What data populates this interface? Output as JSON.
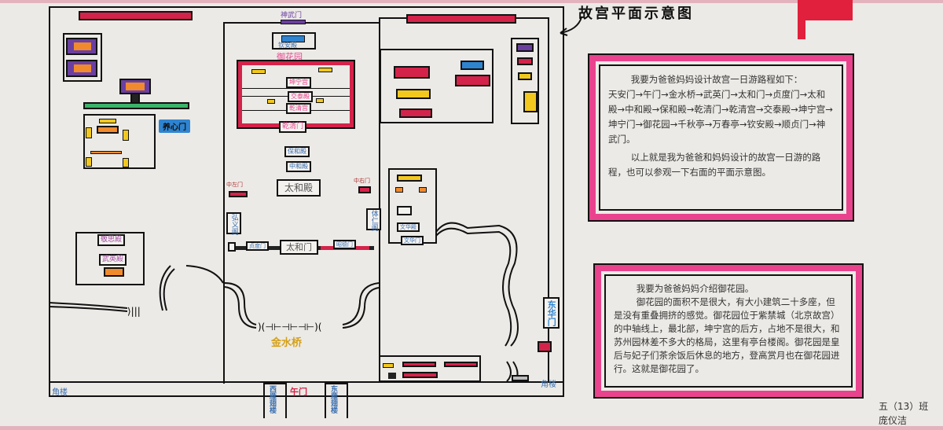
{
  "title": "故宫平面示意图",
  "colors": {
    "red": "#d4234a",
    "yellow": "#f2c81e",
    "orange": "#f08a2c",
    "purple": "#6a3fa0",
    "blue": "#2f84d0",
    "green": "#3cb36a",
    "frame_pink": "#e9438e"
  },
  "map": {
    "shenwumen": "神武门",
    "qinandian": "钦安殿",
    "yuhuayuan": "御花园",
    "kunninggong": "坤宁宫",
    "jiaotaidian": "交泰殿",
    "qianqinggong": "乾清宫",
    "qianqingmen": "乾清门",
    "baohedian": "保和殿",
    "zhonghedian": "中和殿",
    "taihedian": "太和殿",
    "zhongzuomen": "中左门",
    "zhongyoumen": "中右门",
    "taihemen": "太和门",
    "jinshuiqiao": "金水桥",
    "wumen": "午门",
    "west_wing": "西雁翅楼",
    "east_wing": "东雁翅楼",
    "donghuamen": "东华门",
    "yangxinmen": "养心门",
    "jiaolou": "角楼",
    "jingsidian": "敬思殿",
    "wuyingdian": "武英殿",
    "wenhuadian": "文华殿",
    "wenhuamen": "文华门",
    "west_pavilion": "弘义阁",
    "east_pavilion": "体仁阁",
    "zhendumen": "贞度门",
    "zhaodemen": "昭德门"
  },
  "route_card": {
    "heading": "我要为爸爸妈妈设计故宫一日游路程如下：",
    "route": "天安门→午门→金水桥→武英门→太和门→贞度门→太和殿→中和殿→保和殿→乾清门→乾清宫→交泰殿→坤宁宫→坤宁门→御花园→千秋亭→万春亭→钦安殿→顺贞门→神武门。",
    "conclusion": "以上就是我为爸爸和妈妈设计的故宫一日游的路程，也可以参观一下右面的平面示意图。"
  },
  "garden_card": {
    "heading": "我要为爸爸妈妈介绍御花园。",
    "body": "御花园的面积不是很大，有大小建筑二十多座，但是没有重叠拥挤的感觉。御花园位于紫禁城（北京故宫）的中轴线上，最北部，坤宁宫的后方，占地不是很大，和苏州园林差不多大的格局，这里有亭台楼阁。御花园是皇后与妃子们茶余饭后休息的地方，登高赏月也在御花园进行。这就是御花园了。"
  },
  "signature": {
    "class": "五（13）班",
    "name": "庞仪洁"
  }
}
